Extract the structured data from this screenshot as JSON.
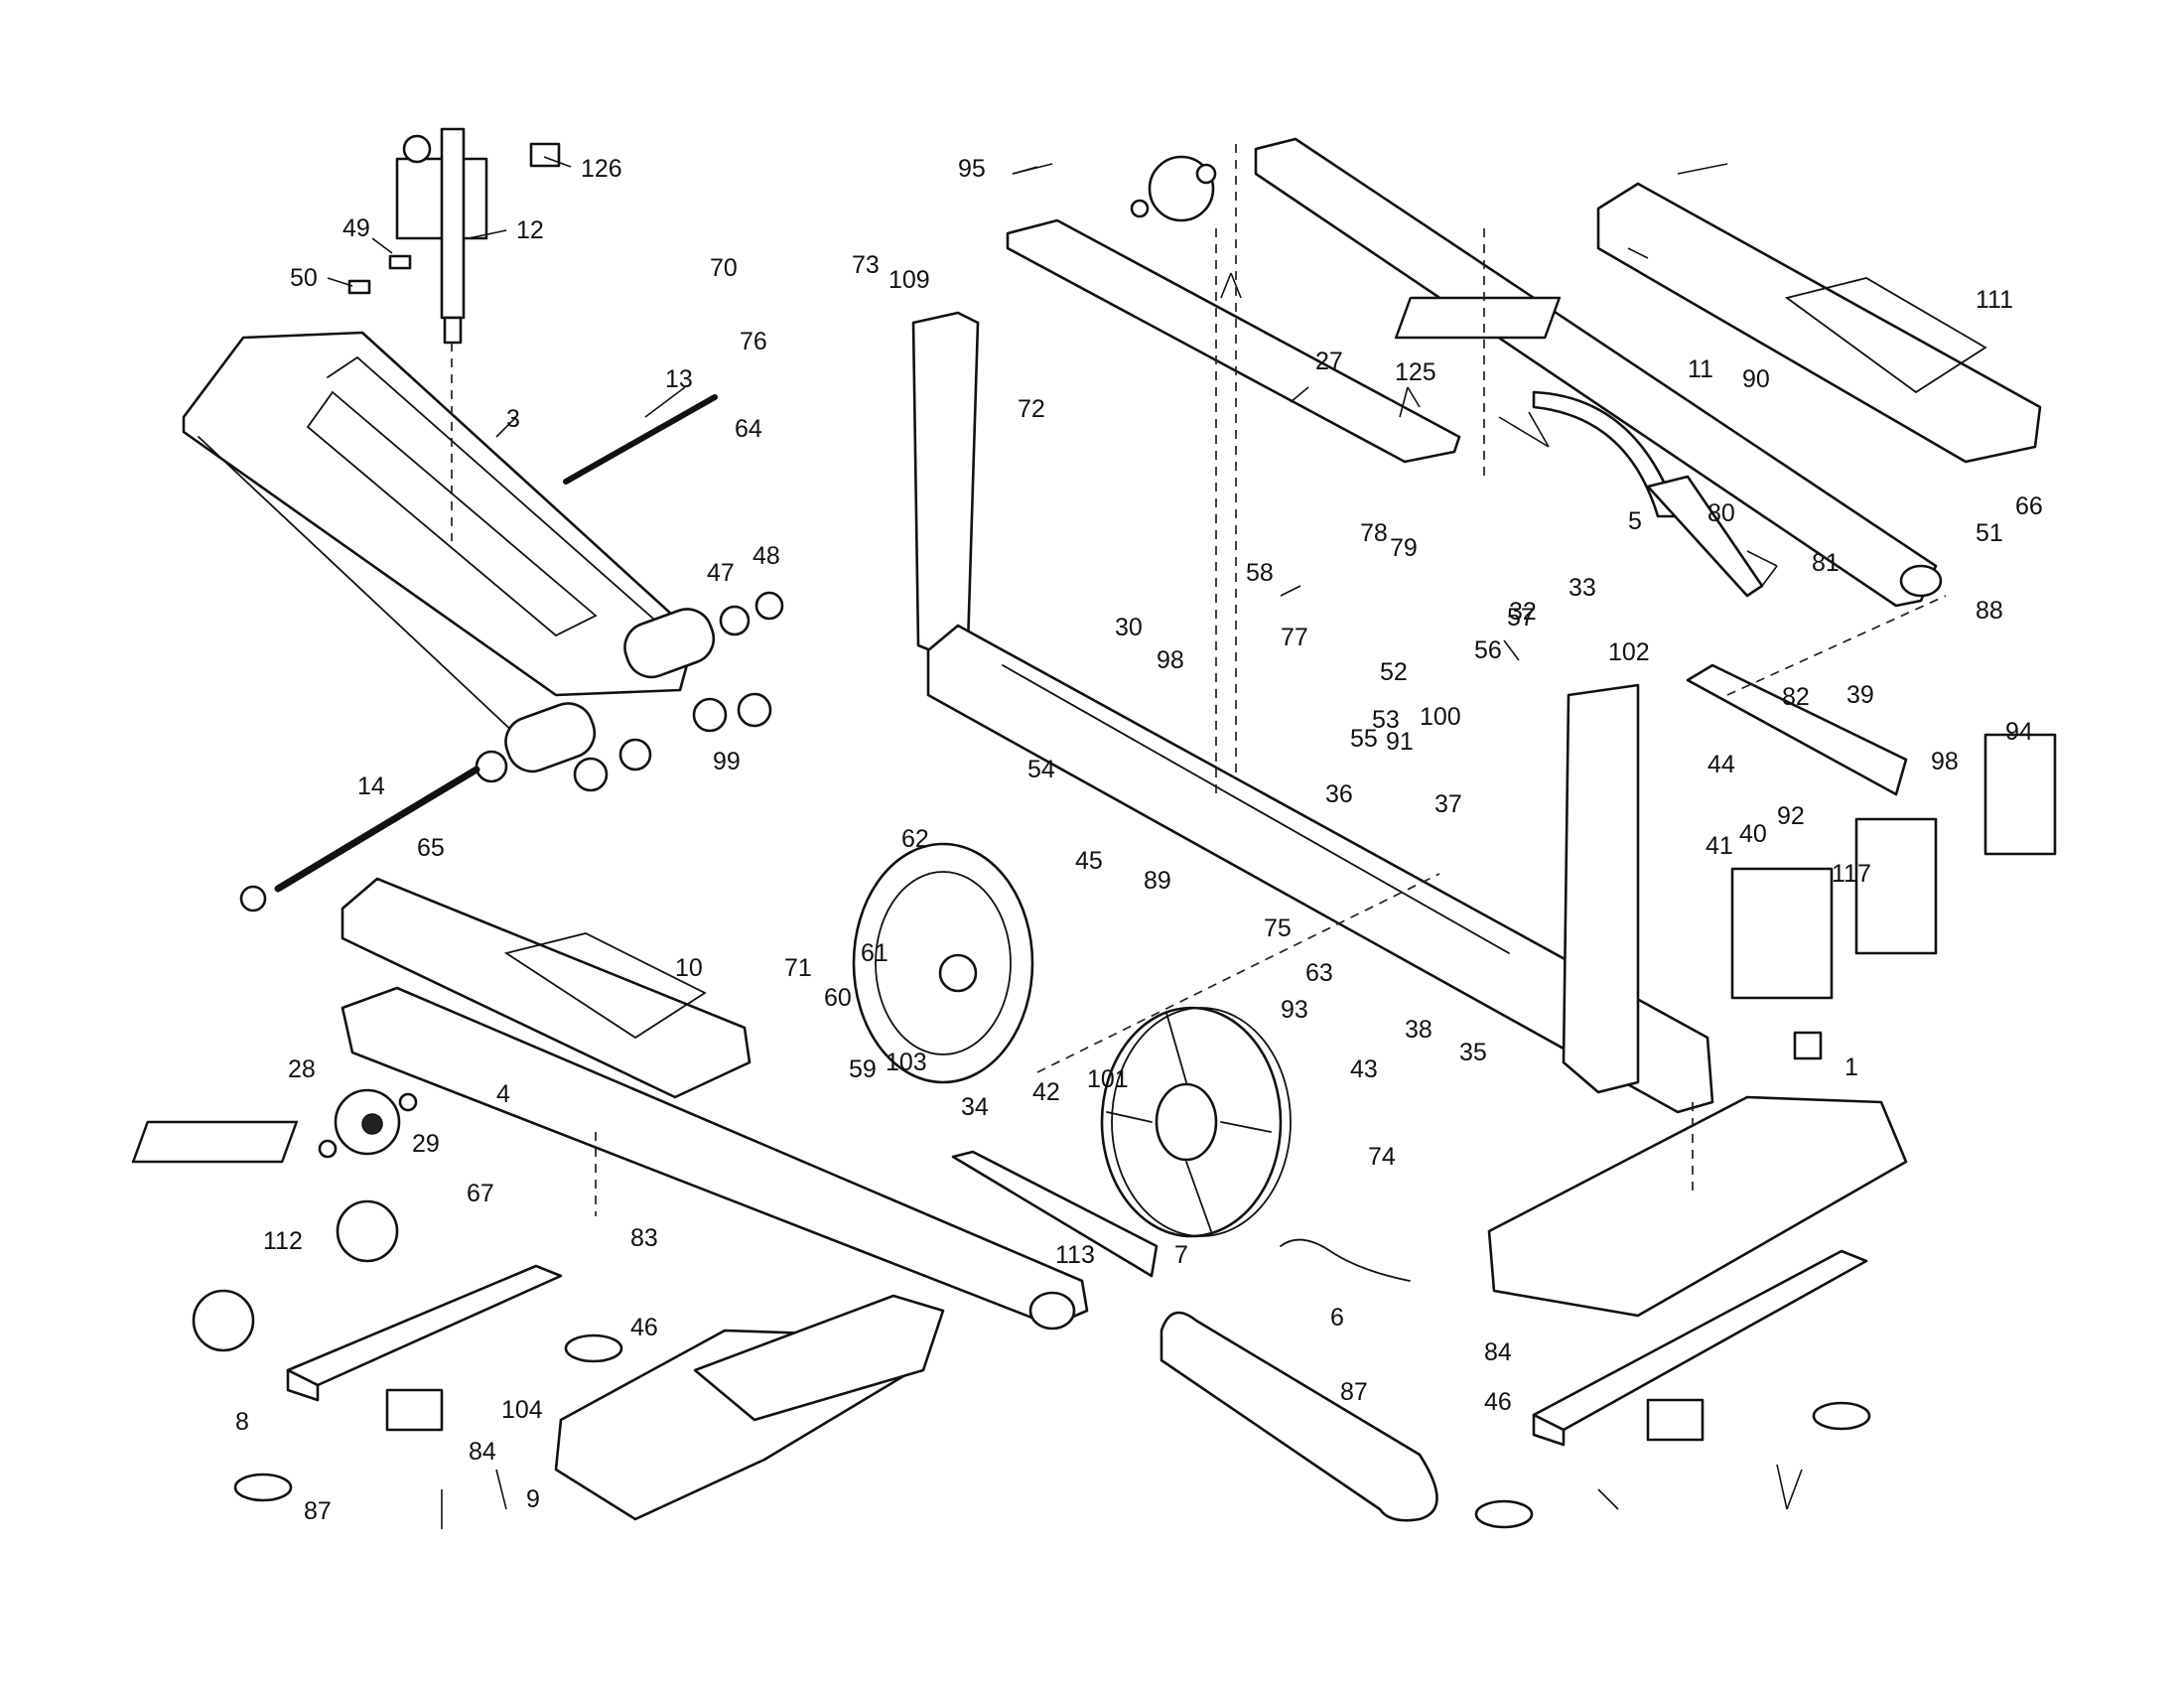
{
  "part_labels": [
    "126",
    "12",
    "49",
    "50",
    "3",
    "13",
    "76",
    "64",
    "47",
    "48",
    "99",
    "14",
    "65",
    "10",
    "28",
    "29",
    "4",
    "112",
    "67",
    "83",
    "46",
    "104",
    "84",
    "8",
    "87",
    "9",
    "70",
    "73",
    "109",
    "72",
    "95",
    "27",
    "125",
    "58",
    "77",
    "78",
    "79",
    "52",
    "100",
    "56",
    "57",
    "32",
    "33",
    "80",
    "81",
    "90",
    "5",
    "11",
    "111",
    "66",
    "51",
    "88",
    "102",
    "82",
    "39",
    "94",
    "98",
    "92",
    "44",
    "41",
    "40",
    "117",
    "1",
    "30",
    "98",
    "54",
    "53",
    "55",
    "91",
    "36",
    "37",
    "62",
    "61",
    "71",
    "60",
    "59",
    "103",
    "45",
    "89",
    "75",
    "63",
    "93",
    "43",
    "74",
    "38",
    "35",
    "101",
    "34",
    "42",
    "113",
    "7",
    "6",
    "87",
    "84",
    "46"
  ]
}
